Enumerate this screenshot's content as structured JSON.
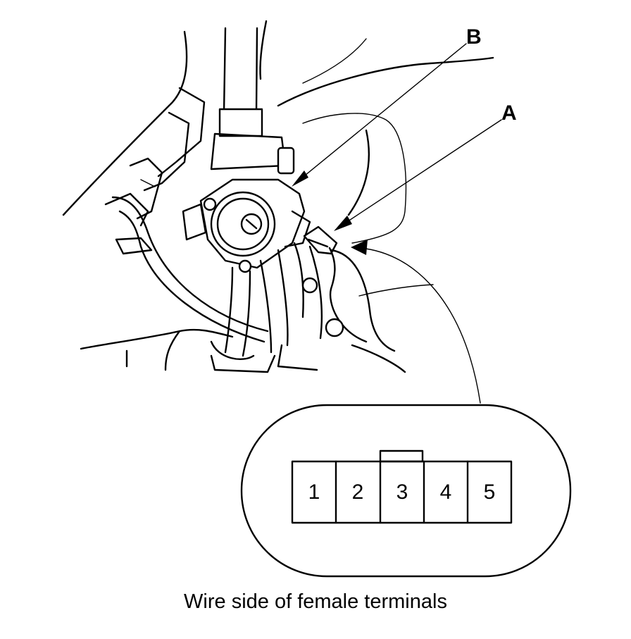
{
  "callouts": {
    "a": "A",
    "b": "B"
  },
  "connector": {
    "caption": "Wire side of female terminals",
    "terminals": [
      "1",
      "2",
      "3",
      "4",
      "5"
    ]
  },
  "colors": {
    "ink": "#000000",
    "paper": "#ffffff"
  }
}
